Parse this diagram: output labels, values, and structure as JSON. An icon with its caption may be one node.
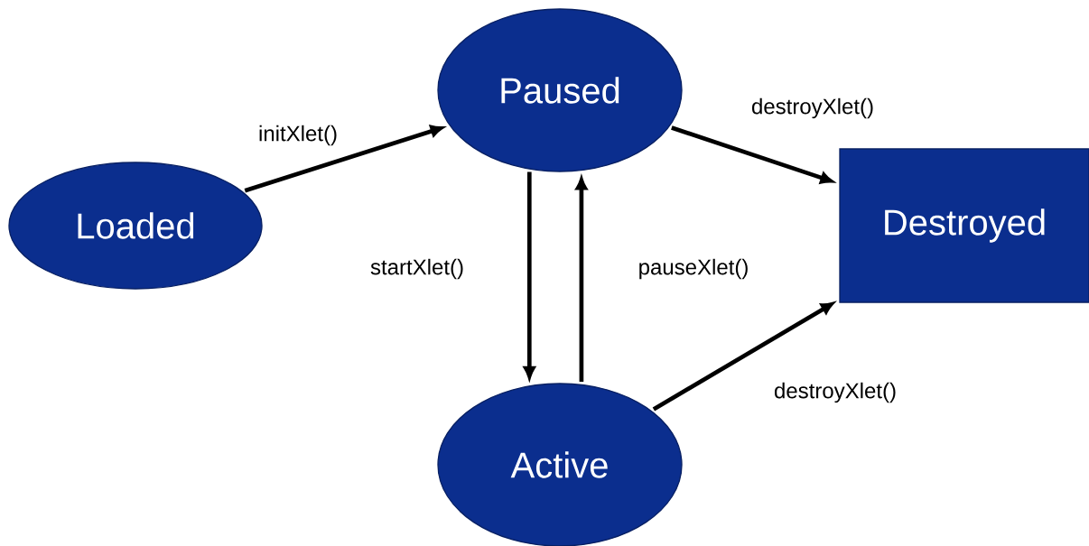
{
  "diagram": {
    "nodes": [
      {
        "text": [
          "Loaded"
        ]
      },
      {
        "text": [
          "Paused"
        ]
      },
      {
        "text": [
          "Destroyed"
        ]
      },
      {
        "text": [
          "Active"
        ]
      }
    ],
    "edges": [
      {
        "from": 0,
        "to": 1,
        "arrow": "to",
        "label": "initXlet()"
      },
      {
        "from": 1,
        "to": 2,
        "arrow": "to",
        "label": "destroyXlet()"
      },
      {
        "from": 1,
        "to": 3,
        "arrow": "to",
        "label": "startXlet()"
      },
      {
        "from": 3,
        "to": 1,
        "arrow": "to",
        "label": "pauseXlet()"
      },
      {
        "from": 3,
        "to": 2,
        "arrow": "to",
        "label": "destroyXlet()"
      }
    ]
  }
}
